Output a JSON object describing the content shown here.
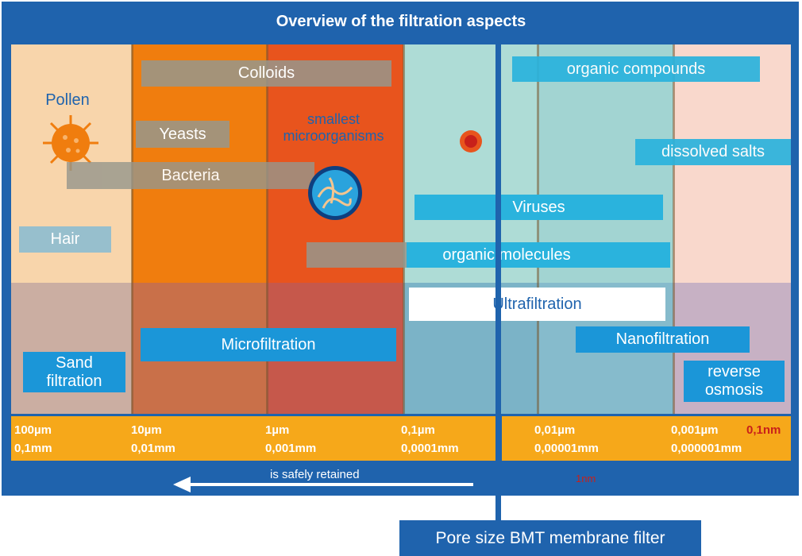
{
  "title": "Overview of the filtration aspects",
  "particles": {
    "pollen": "Pollen",
    "colloids": "Colloids",
    "yeasts": "Yeasts",
    "smallest_microorganisms": "smallest microorganisms",
    "bacteria": "Bacteria",
    "hair": "Hair",
    "organic_compounds": "organic compounds",
    "dissolved_salts": "dissolved salts",
    "viruses": "Viruses",
    "organic_molecules": "organic molecules"
  },
  "processes": {
    "ultrafiltration": "Ultrafiltration",
    "microfiltration": "Microfiltration",
    "nanofiltration": "Nanofiltration",
    "sand_filtration": "Sand filtration",
    "reverse_osmosis": "reverse osmosis"
  },
  "scale": {
    "ticks": [
      {
        "micro": "100µm",
        "mm": "0,1mm"
      },
      {
        "micro": "10µm",
        "mm": "0,01mm"
      },
      {
        "micro": "1µm",
        "mm": "0,001mm"
      },
      {
        "micro": "0,1µm",
        "mm": "0,0001mm"
      },
      {
        "micro": "0,01µm",
        "mm": "0,00001mm"
      },
      {
        "micro": "0,001µm",
        "mm": "0,000001mm"
      }
    ],
    "extra_tick": "0,1nm",
    "nm_marker": "1nm"
  },
  "arrow_label": "is safely retained",
  "footer": "Pore size BMT membrane filter",
  "colors": {
    "frame": "#1f63ad",
    "scale_bar": "#f6a81a",
    "accent_red": "#c8201a"
  }
}
